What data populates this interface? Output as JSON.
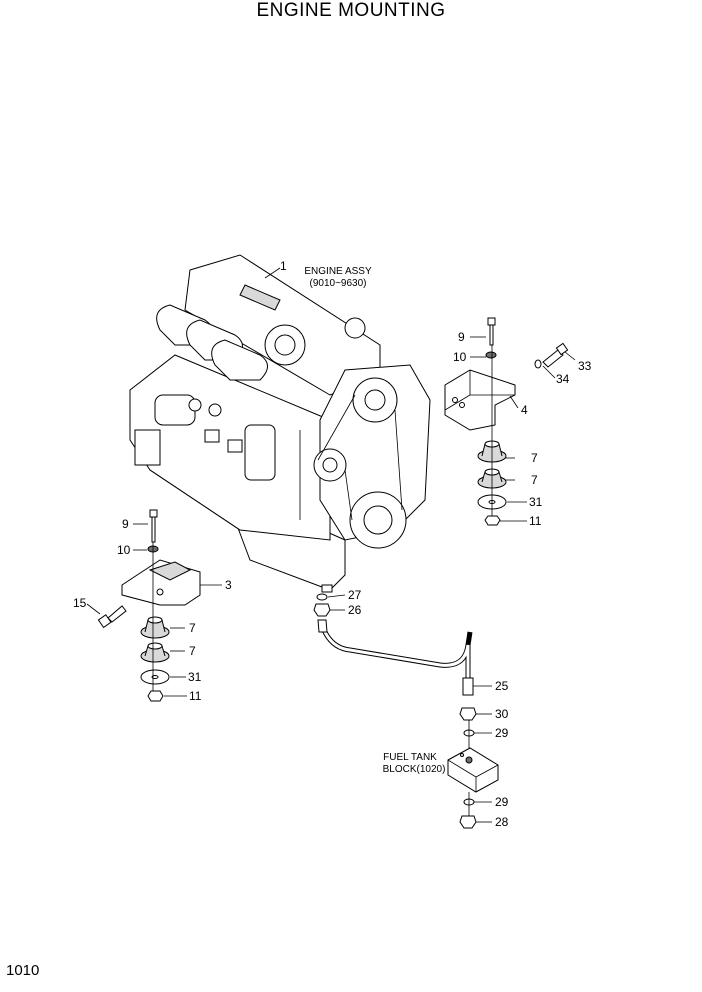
{
  "title": "ENGINE MOUNTING",
  "page_number": "1010",
  "notes": {
    "engine_assy_line1": "ENGINE ASSY",
    "engine_assy_line2": "(9010~9630)",
    "fuel_tank_line1": "FUEL TANK",
    "fuel_tank_line2": "BLOCK(1020)"
  },
  "callouts": {
    "engine": "1",
    "bracket_right": "4",
    "bolt_right": "9",
    "washer_right": "10",
    "bolt_side": "33",
    "washer_side": "34",
    "mount_right_a": "7",
    "mount_right_b": "7",
    "plate_right": "31",
    "nut_right": "11",
    "bolt_left": "9",
    "washer_left": "10",
    "bracket_left": "3",
    "bolt_left_side": "15",
    "mount_left_a": "7",
    "mount_left_b": "7",
    "plate_left": "31",
    "nut_left": "11",
    "washer_drain": "27",
    "connector_drain": "26",
    "hose": "25",
    "connector_hose": "30",
    "oring_top": "29",
    "oring_bottom": "29",
    "plug": "28"
  }
}
